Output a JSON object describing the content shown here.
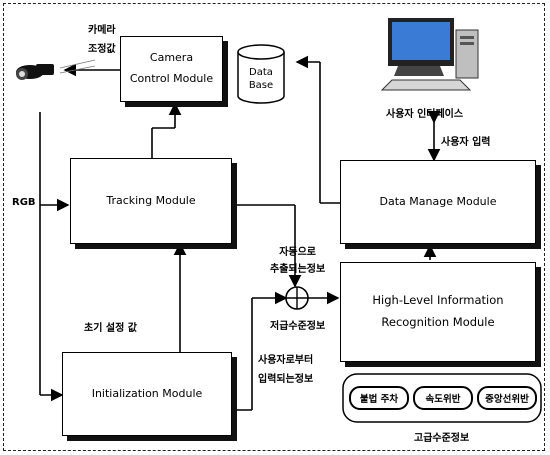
{
  "modules": {
    "camera_control": "Camera Control Module",
    "camera_control_line1": "Camera",
    "camera_control_line2": "Control Module",
    "database_line1": "Data",
    "database_line2": "Base",
    "tracking": "Tracking Module",
    "data_manage": "Data Manage Module",
    "hl_line1": "High-Level Information",
    "hl_line2": "Recognition Module",
    "initialization": "Initialization Module"
  },
  "labels": {
    "camera_value_line1": "카메라",
    "camera_value_line2": "조정값",
    "rgb": "RGB",
    "user_interface": "사용자 인터페이스",
    "user_input": "사용자 입력",
    "auto_extract_line1": "자동으로",
    "auto_extract_line2": "추출되는정보",
    "low_level_info": "저급수준정보",
    "initial_setting": "초기 설정 값",
    "user_provided_line1": "사용자로부터",
    "user_provided_line2": "입력되는정보",
    "high_level_info": "고급수준정보"
  },
  "events": [
    "불법 주차",
    "속도위반",
    "중앙선위반"
  ],
  "icons": {
    "camera": "camera-icon",
    "computer": "computer-icon"
  }
}
